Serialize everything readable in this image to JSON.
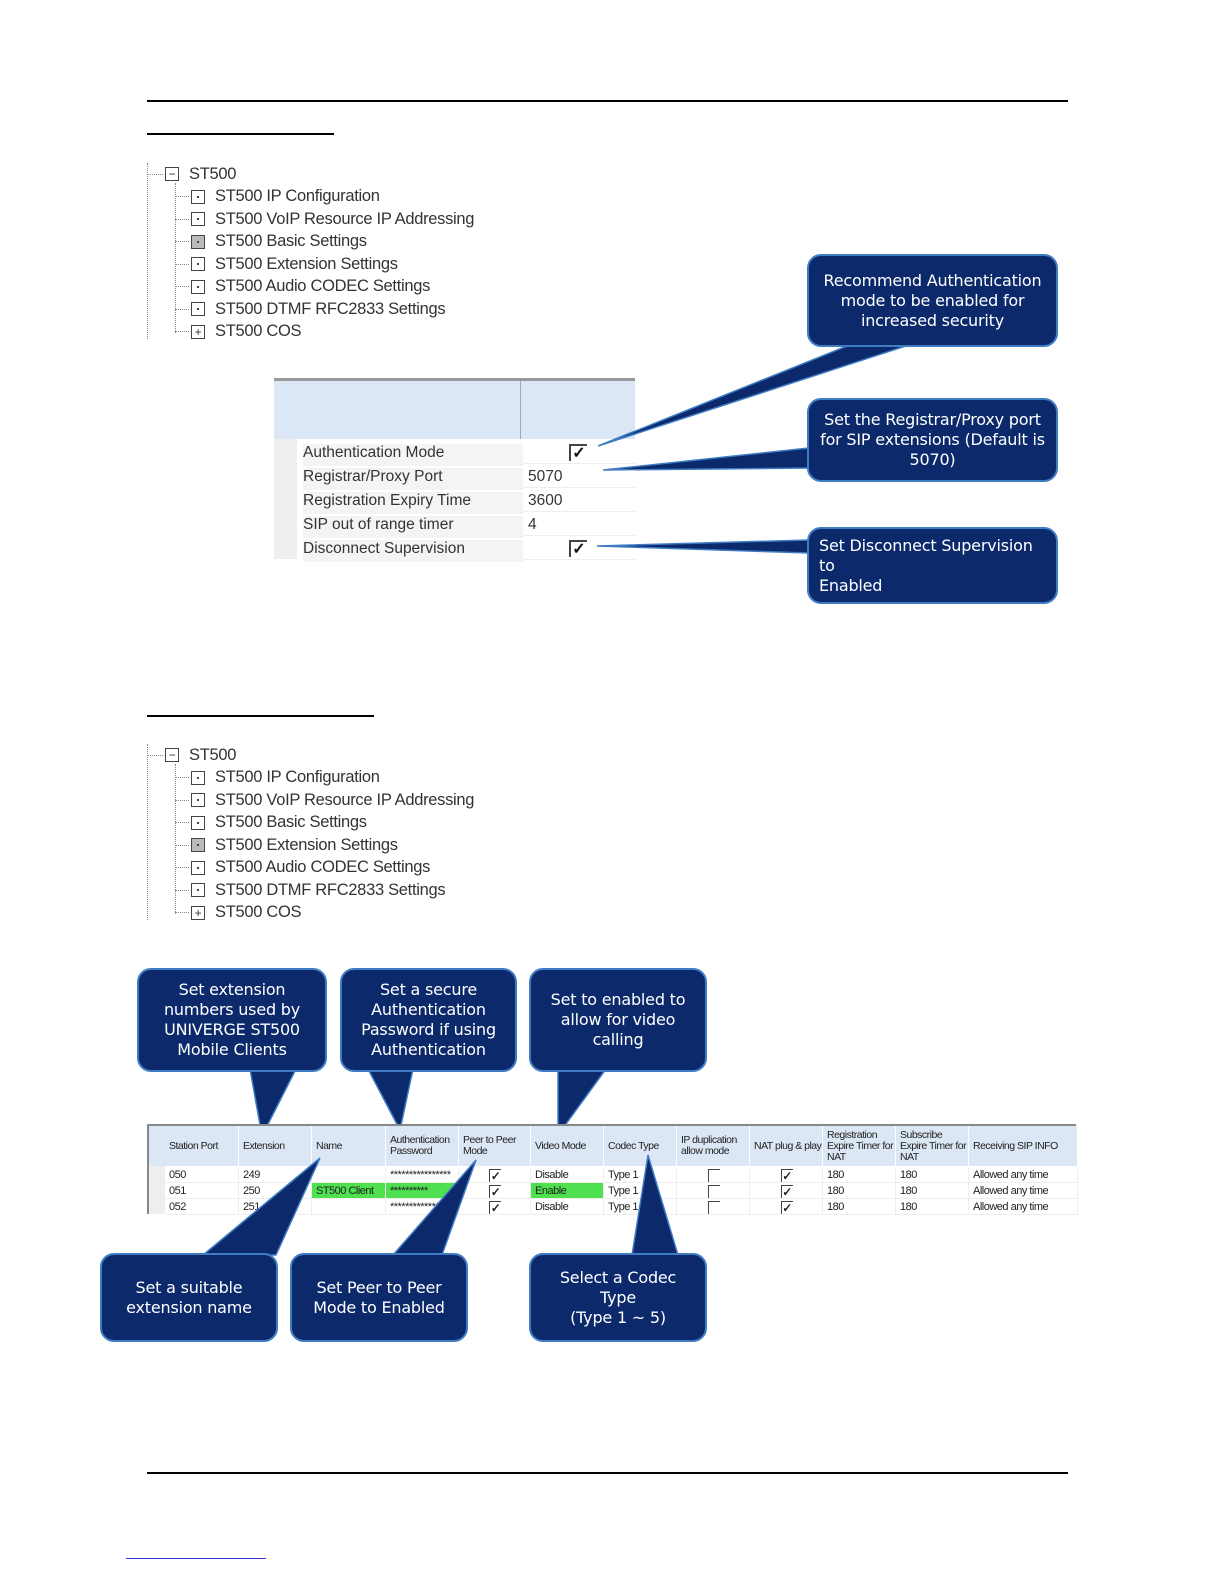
{
  "tree": {
    "root": "ST500",
    "items": [
      {
        "label": "ST500 IP Configuration",
        "type": "leaf"
      },
      {
        "label": "ST500 VoIP Resource IP Addressing",
        "type": "leaf"
      },
      {
        "label": "ST500 Basic Settings",
        "type": "leaf"
      },
      {
        "label": "ST500 Extension Settings",
        "type": "leaf"
      },
      {
        "label": "ST500 Audio CODEC Settings",
        "type": "leaf"
      },
      {
        "label": "ST500 DTMF RFC2833 Settings",
        "type": "leaf"
      },
      {
        "label": "ST500 COS",
        "type": "expand"
      }
    ]
  },
  "tree1_selected": 2,
  "tree2_selected": 3,
  "basic_settings": {
    "rows": [
      {
        "label": "Authentication Mode",
        "value": "",
        "checked": true
      },
      {
        "label": "Registrar/Proxy Port",
        "value": "5070"
      },
      {
        "label": "Registration Expiry Time",
        "value": "3600"
      },
      {
        "label": "SIP out of range timer",
        "value": "4"
      },
      {
        "label": "Disconnect Supervision",
        "value": "",
        "checked": true
      }
    ]
  },
  "callouts_top": [
    "Recommend Authentication\nmode to be enabled for\nincreased security",
    "Set the Registrar/Proxy port\nfor SIP extensions (Default is\n5070)",
    "Set Disconnect Supervision to\nEnabled"
  ],
  "callouts_bottom": [
    "Set extension\nnumbers used by\nUNIVERGE ST500\nMobile Clients",
    "Set a secure\nAuthentication\nPassword if using\nAuthentication",
    "Set to enabled to\nallow for video\ncalling",
    "Set a suitable\nextension name",
    "Set Peer to Peer\nMode to Enabled",
    "Select a Codec Type\n(Type 1 ~ 5)"
  ],
  "extension_table": {
    "columns": [
      "Station Port",
      "Extension",
      "Name",
      "Authentication Password",
      "Peer to Peer Mode",
      "Video Mode",
      "Codec Type",
      "IP duplication allow mode",
      "NAT plug & play",
      "Registration Expire Timer for NAT",
      "Subscribe Expire Timer for NAT",
      "Receiving SIP INFO"
    ],
    "rows": [
      {
        "port": "050",
        "ext": "249",
        "name": "",
        "password": "****************",
        "p2p": true,
        "video": "Disable",
        "codec": "Type 1",
        "ipdup": false,
        "nat": true,
        "reg": "180",
        "sub": "180",
        "sip": "Allowed any time"
      },
      {
        "port": "051",
        "ext": "250",
        "name": "ST500 Client",
        "password": "**********",
        "p2p": true,
        "video": "Enable",
        "codec": "Type 1",
        "ipdup": false,
        "nat": true,
        "reg": "180",
        "sub": "180",
        "sip": "Allowed any time"
      },
      {
        "port": "052",
        "ext": "251",
        "name": "",
        "password": "****************",
        "p2p": true,
        "video": "Disable",
        "codec": "Type 1",
        "ipdup": false,
        "nat": true,
        "reg": "180",
        "sub": "180",
        "sip": "Allowed any time"
      }
    ]
  },
  "colors": {
    "callout": "#0c2a6b",
    "callout_border": "#3f7cc4",
    "highlight": "#4ee04e"
  }
}
